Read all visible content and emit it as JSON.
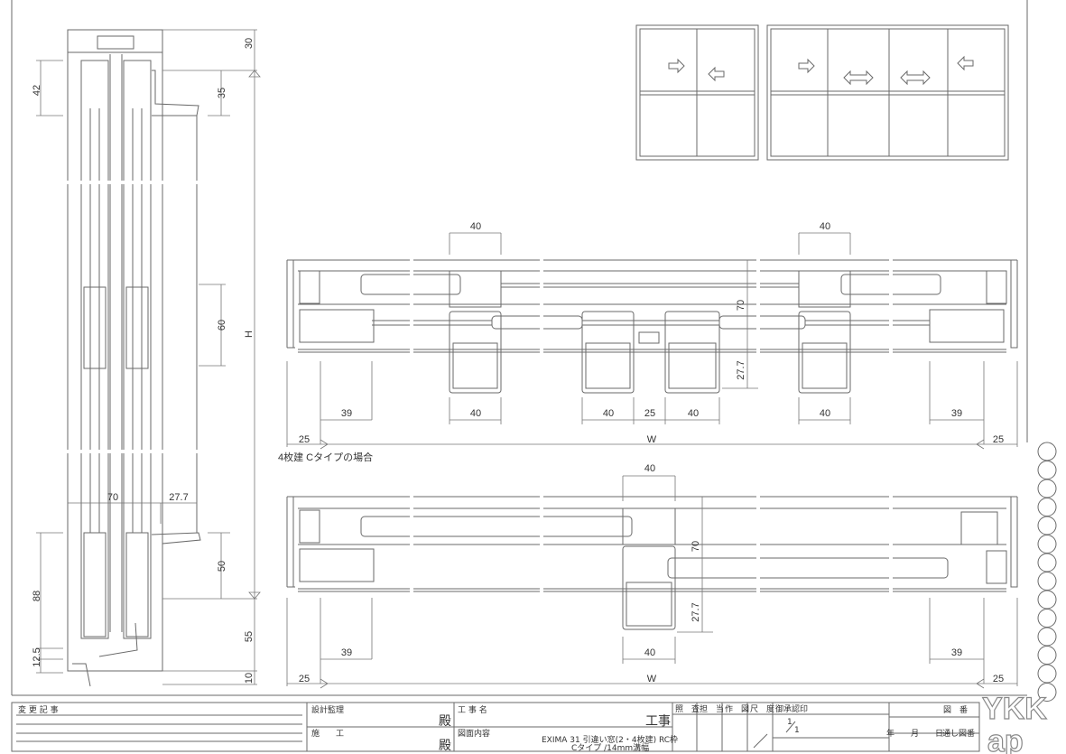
{
  "drawing": {
    "caption_plan1": "4枚建 Cタイプの場合",
    "section_dims": {
      "d42": "42",
      "d30": "30",
      "d35": "35",
      "h": "H",
      "d60": "60",
      "d70": "70",
      "d27_7": "27.7",
      "d88": "88",
      "d50": "50",
      "d55": "55",
      "d12_5": "12.5",
      "d10": "10"
    },
    "plan1_dims": {
      "top_left": "40",
      "top_right": "40",
      "v70": "70",
      "v27_7": "27.7",
      "b39_left": "39",
      "b40_a": "40",
      "b40_b": "40",
      "b25": "25",
      "b40_c": "40",
      "b40_d": "40",
      "b39_right": "39",
      "w": "W",
      "end_left": "25",
      "end_right": "25"
    },
    "plan2_dims": {
      "top": "40",
      "v70": "70",
      "v27_7": "27.7",
      "b39_left": "39",
      "b40": "40",
      "b39_right": "39",
      "w": "W",
      "end_left": "25",
      "end_right": "25"
    }
  },
  "title_block": {
    "change_log_label": "変 更 記 事",
    "design_supervision_label": "設計監理",
    "construction_label": "施　　工",
    "honorific_1": "殿",
    "honorific_2": "殿",
    "project_name_label": "工 事 名",
    "project_suffix": "工事",
    "drawing_content_label": "図面内容",
    "drawing_content_line1": "EXIMA 31 引違い窓(2・4枚建) RC枠",
    "drawing_content_line2": "Cタイプ /14mm溝幅",
    "check_label": "照　査",
    "charge_label": "担　当",
    "drafted_label": "作　図",
    "scale_label": "尺　度",
    "scale_value_num": "1",
    "scale_value_den": "1",
    "approval_label": "御承認印",
    "date_label": "年　　月　　日",
    "drawing_no_label": "図　番",
    "serial_drawing_no_label": "通し図番",
    "logo_text_top": "YKK",
    "logo_text_bottom": "ap"
  }
}
